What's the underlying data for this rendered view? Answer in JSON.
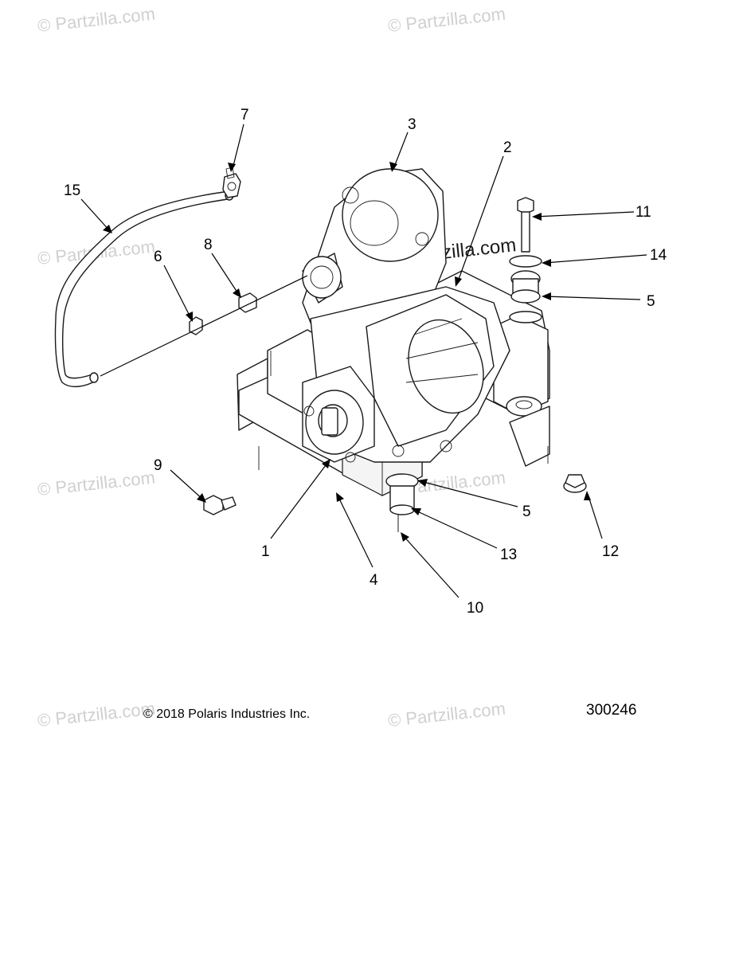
{
  "watermark_text": "© Partzilla.com",
  "copyright": "© 2018 Polaris Industries Inc.",
  "diagram_number": "300246",
  "callouts": [
    "1",
    "2",
    "3",
    "4",
    "5",
    "5",
    "6",
    "7",
    "8",
    "9",
    "10",
    "11",
    "12",
    "13",
    "14",
    "15"
  ],
  "colors": {
    "line": "#1a1a1a",
    "watermark": "#d0d0d0",
    "background": "#ffffff"
  }
}
